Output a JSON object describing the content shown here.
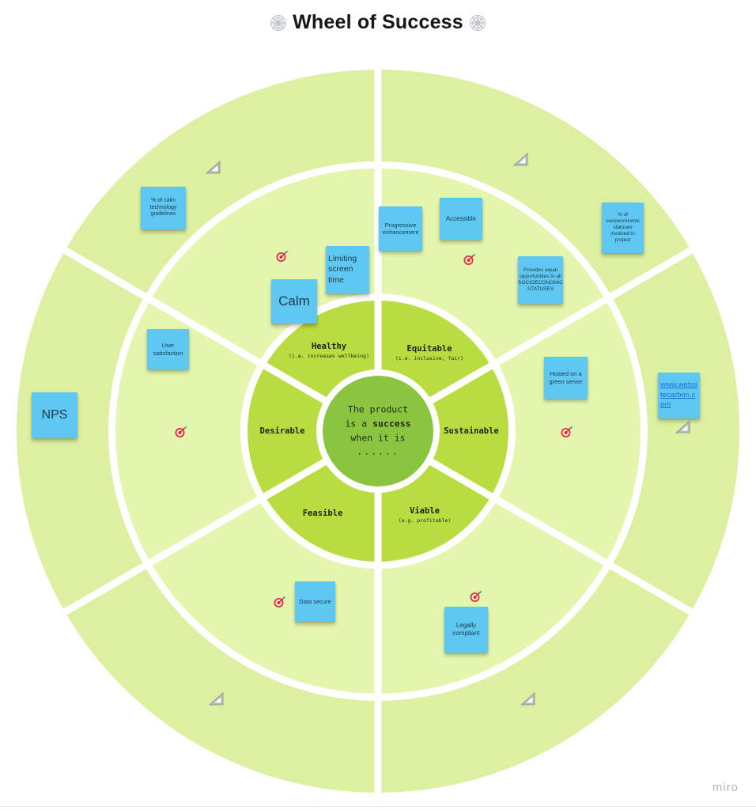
{
  "title": "Wheel of Success",
  "watermark": "miro",
  "colors": {
    "ring_outer": "#ddefa0",
    "ring_mid": "#e4f5ad",
    "wheel_green": "#b9dd40",
    "center_green": "#8bc53f",
    "sticky_blue": "#5fc8f2",
    "link_blue": "#1b6fd6",
    "dart_red": "#e3342f"
  },
  "icons": {
    "title_decor": "web-icon",
    "dart": "dartboard-icon",
    "triangle": "set-square-ruler-icon"
  },
  "center": {
    "line1": "The product",
    "line2a": "is a ",
    "line2b": "success",
    "line3": "when it is",
    "line4": "......"
  },
  "segments": [
    {
      "name": "Healthy",
      "subtitle": "(i.e. increases wellbeing)"
    },
    {
      "name": "Equitable",
      "subtitle": "(i.e. inclusive, fair)"
    },
    {
      "name": "Desirable",
      "subtitle": ""
    },
    {
      "name": "Sustainable",
      "subtitle": ""
    },
    {
      "name": "Feasible",
      "subtitle": ""
    },
    {
      "name": "Viable",
      "subtitle": "(e.g. profitable)"
    }
  ],
  "stickies": [
    {
      "text": "% of calm technology guidelines"
    },
    {
      "text": "Progressive enhancement"
    },
    {
      "text": "Accessible"
    },
    {
      "text": "% of socioeconomic statuses involved in project"
    },
    {
      "text": "Limiting screen time"
    },
    {
      "text": "Provides equal opportunities to all SOCIOECONOMIC STATUSES"
    },
    {
      "text": "Calm"
    },
    {
      "text": "User satisfaction"
    },
    {
      "text": "Hosted on a green server"
    },
    {
      "text": "www.websitecarbon.com"
    },
    {
      "text": "NPS"
    },
    {
      "text": "Data secure"
    },
    {
      "text": "Legally compliant"
    }
  ]
}
